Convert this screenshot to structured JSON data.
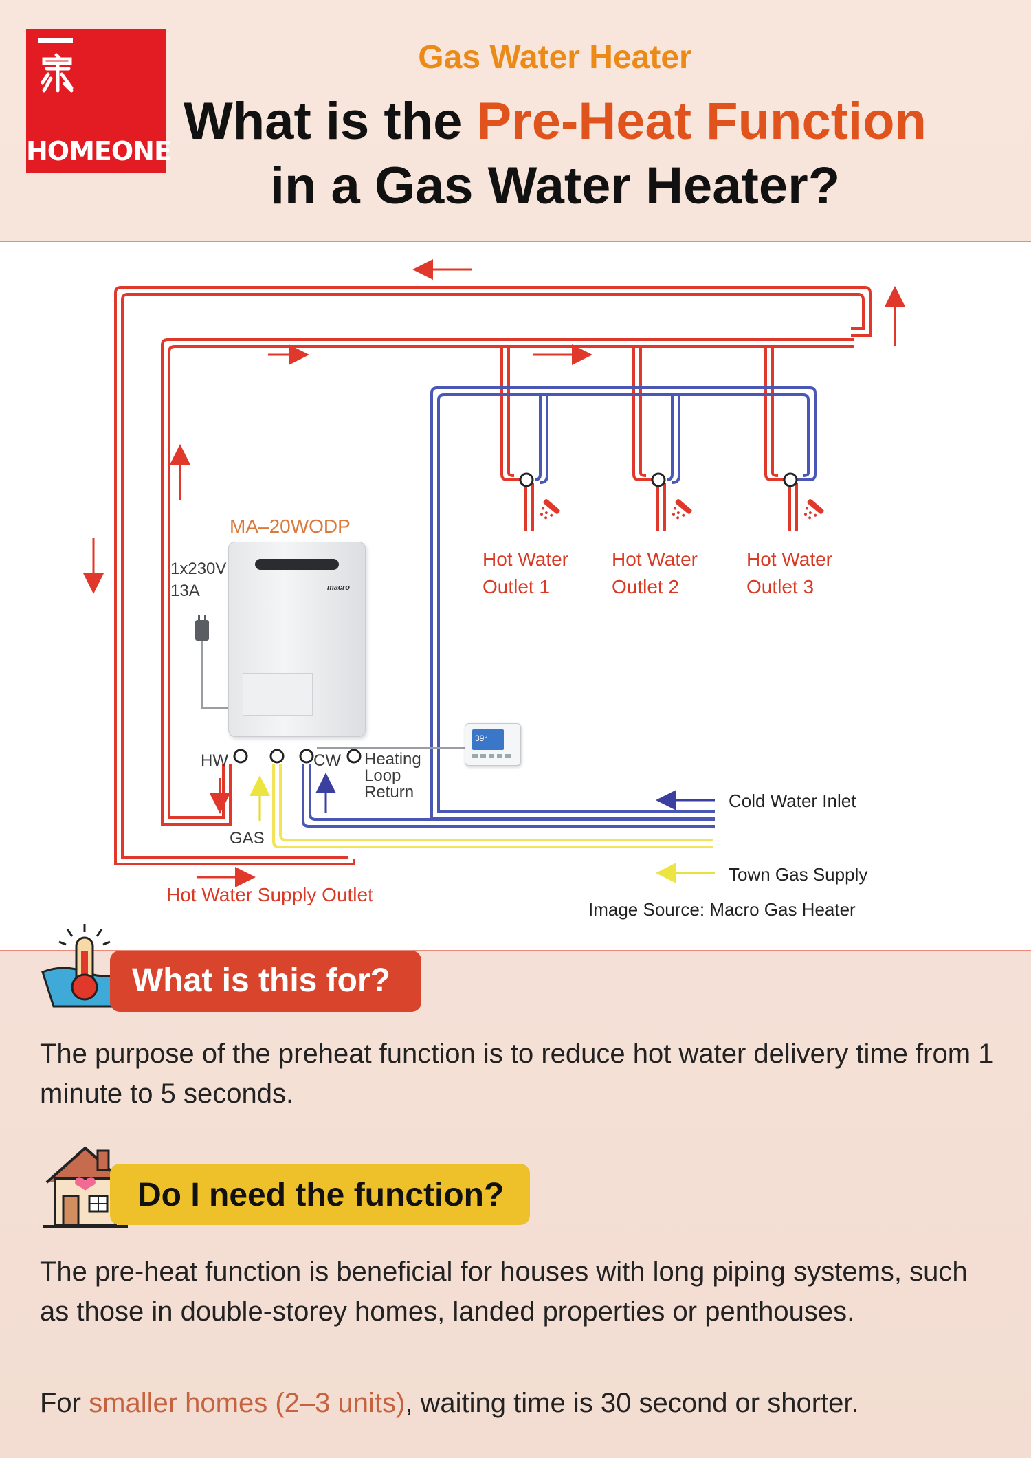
{
  "header": {
    "kicker": "Gas Water Heater",
    "title_prefix": "What is the ",
    "title_accent": "Pre-Heat Function",
    "title_line2": "in a Gas Water Heater?",
    "logo_text": "HOMEONE",
    "logo_glyph": "一家"
  },
  "diagram": {
    "model": "MA–20WODP",
    "power_line1": "1x230V",
    "power_line2": "13A",
    "outlets": [
      {
        "line1": "Hot Water",
        "line2": "Outlet 1"
      },
      {
        "line1": "Hot Water",
        "line2": "Outlet 2"
      },
      {
        "line1": "Hot Water",
        "line2": "Outlet 3"
      }
    ],
    "port_hw": "HW",
    "port_cw": "CW",
    "port_loop_1": "Heating",
    "port_loop_2": "Loop",
    "port_loop_3": "Return",
    "gas": "GAS",
    "cold_water_inlet": "Cold Water Inlet",
    "town_gas_supply": "Town Gas Supply",
    "hot_water_supply_outlet": "Hot Water Supply Outlet",
    "image_source": "Image Source: Macro Gas Heater",
    "controller_reading": "39°"
  },
  "section1": {
    "heading": "What is this for?",
    "body": "The purpose of the preheat function is to reduce hot water delivery time from 1 minute to 5 seconds."
  },
  "section2": {
    "heading": "Do I need the function?",
    "body": "The pre-heat function is beneficial for houses with long piping systems, such as those in double-storey homes, landed properties or penthouses.",
    "body2_prefix": "For ",
    "body2_highlight": "smaller homes (2–3 units)",
    "body2_suffix": ", waiting time is 30 second or shorter."
  },
  "colors": {
    "hot_pipe": "#e0392b",
    "cold_pipe": "#4a57b5",
    "gas_pipe": "#f2e45a",
    "accent_orange": "#eb8a17",
    "accent_red": "#e0531c",
    "brand_red": "#e31b23",
    "pill_red": "#d8452c",
    "pill_yellow": "#eec12a"
  },
  "icons": [
    "water-heater-thermometer-icon",
    "house-heart-icon",
    "shower-head-icon",
    "plug-icon",
    "controller-icon"
  ]
}
